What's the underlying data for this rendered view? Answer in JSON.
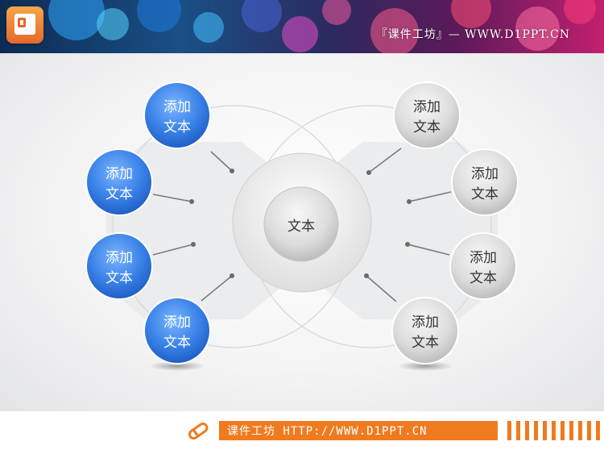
{
  "header": {
    "title": "『课件工坊』— WWW.D1PPT.CN",
    "icon": "presentation-icon"
  },
  "diagram": {
    "center_label": "文本",
    "left_nodes": [
      {
        "line1": "添加",
        "line2": "文本"
      },
      {
        "line1": "添加",
        "line2": "文本"
      },
      {
        "line1": "添加",
        "line2": "文本"
      },
      {
        "line1": "添加",
        "line2": "文本"
      }
    ],
    "right_nodes": [
      {
        "line1": "添加",
        "line2": "文本"
      },
      {
        "line1": "添加",
        "line2": "文本"
      },
      {
        "line1": "添加",
        "line2": "文本"
      },
      {
        "line1": "添加",
        "line2": "文本"
      }
    ],
    "colors": {
      "blue": "#3a82e8",
      "gray": "#d6d6d6",
      "accent": "#f07a1e"
    }
  },
  "footer": {
    "text": "课件工坊 HTTP://WWW.D1PPT.CN",
    "icon": "pencil-icon"
  }
}
